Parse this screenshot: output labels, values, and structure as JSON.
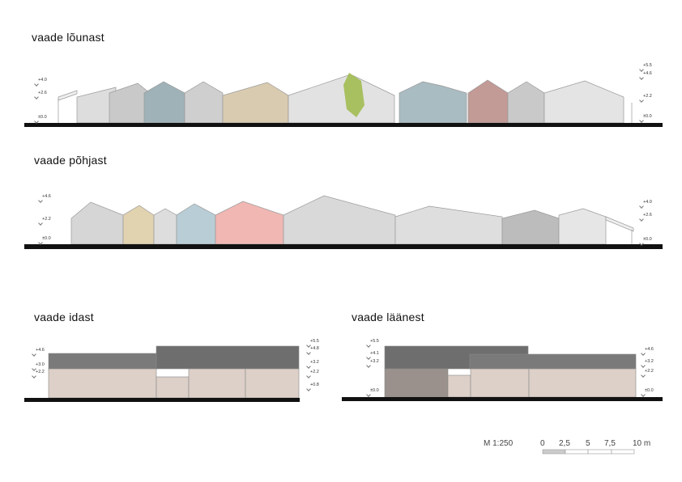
{
  "views": {
    "south": {
      "title": "vaade lõunast",
      "levels_left": [
        "+4.0",
        "+2.6",
        "±0.0"
      ],
      "levels_right": [
        "+5.5",
        "+4.6",
        "+2.2",
        "±0.0"
      ]
    },
    "north": {
      "title": "vaade põhjast",
      "levels_left": [
        "+4.6",
        "+2.2",
        "±0.0"
      ],
      "levels_right": [
        "+4.0",
        "+2.6",
        "±0.0"
      ]
    },
    "east": {
      "title": "vaade idast",
      "levels_left": [
        "+4.6",
        "+3.0",
        "+2.2"
      ],
      "levels_right": [
        "+5.5",
        "+4.8",
        "+3.2",
        "+2.2",
        "+0.8"
      ]
    },
    "west": {
      "title": "vaade läänest",
      "levels_left": [
        "+5.5",
        "+4.1",
        "+3.2",
        "±0.0"
      ],
      "levels_right": [
        "+4.6",
        "+3.2",
        "+2.2",
        "±0.0"
      ]
    }
  },
  "scale": {
    "label": "M 1:250",
    "ticks": [
      "0",
      "2,5",
      "5",
      "7,5",
      "10 m"
    ]
  },
  "colors": {
    "ground": "#111111",
    "blue": "#9fb2b8",
    "ochre": "#c9b89a",
    "red": "#b98a86",
    "pink": "#e6a3a0",
    "grey": "#c8c8c8",
    "roof": "#6e6e6e"
  }
}
